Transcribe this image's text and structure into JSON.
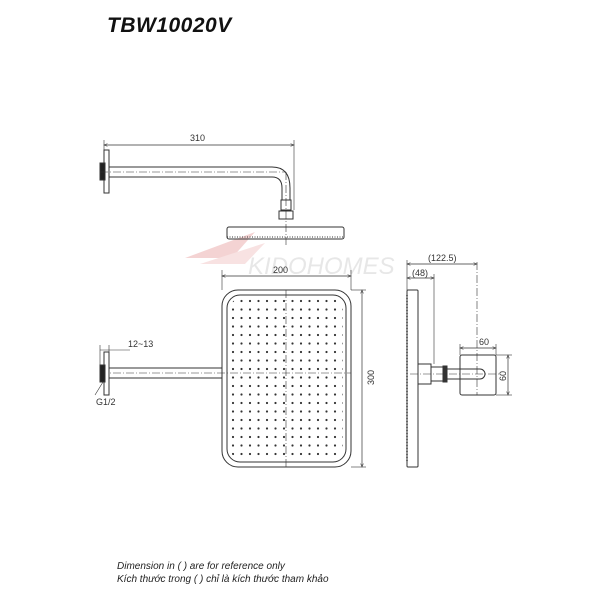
{
  "title": "TBW10020V",
  "watermark": "KIDOHOMES",
  "dimensions": {
    "arm_length": "310",
    "head_width": "200",
    "head_height": "300",
    "wall_gap": "12~13",
    "thread": "G1/2",
    "depth_total": "(122.5)",
    "head_depth": "(48)",
    "bracket_width": "60",
    "bracket_height": "60"
  },
  "notes": [
    "Dimension in ( ) are for reference only",
    "Kích thước trong ( ) chỉ là kích thước tham khảo"
  ]
}
